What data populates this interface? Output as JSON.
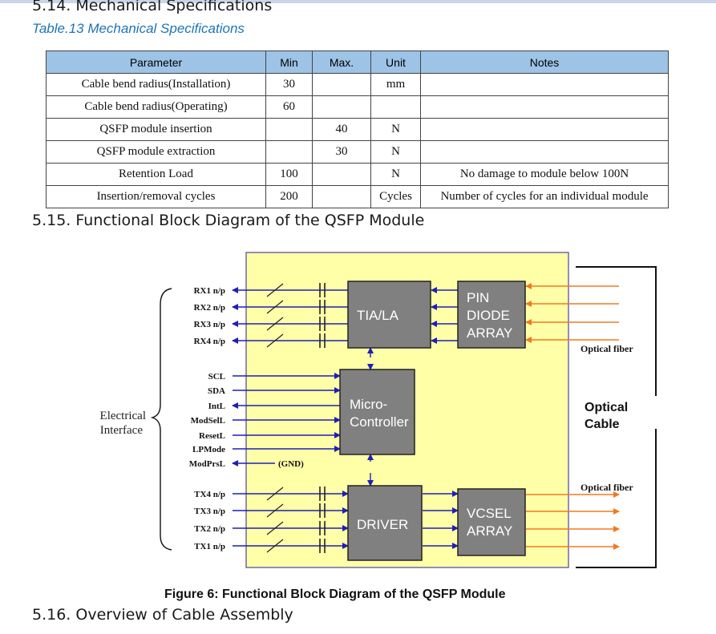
{
  "sections": {
    "s514": "5.14. Mechanical Specifications",
    "table_caption": "Table.13 Mechanical Specifications",
    "s515": "5.15. Functional Block Diagram of the QSFP Module",
    "s516": "5.16. Overview of Cable Assembly"
  },
  "table": {
    "headers": [
      "Parameter",
      "Min",
      "Max.",
      "Unit",
      "Notes"
    ],
    "rows": [
      [
        "Cable bend radius(Installation)",
        "30",
        "",
        "mm",
        ""
      ],
      [
        "Cable bend radius(Operating)",
        "60",
        "",
        "",
        ""
      ],
      [
        "QSFP module insertion",
        "",
        "40",
        "N",
        ""
      ],
      [
        "QSFP module extraction",
        "",
        "30",
        "N",
        ""
      ],
      [
        "Retention Load",
        "100",
        "",
        "N",
        "No damage to module below 100N"
      ],
      [
        "Insertion/removal cycles",
        "200",
        "",
        "Cycles",
        "Number of cycles for an individual module"
      ]
    ]
  },
  "diagram": {
    "electrical_interface": [
      "Electrical",
      "Interface"
    ],
    "rx_signals": [
      "RX1 n/p",
      "RX2 n/p",
      "RX3 n/p",
      "RX4 n/p"
    ],
    "ctrl_signals": [
      "SCL",
      "SDA",
      "IntL",
      "ModSelL",
      "ResetL",
      "LPMode",
      "ModPrsL"
    ],
    "tx_signals": [
      "TX4 n/p",
      "TX3 n/p",
      "TX2 n/p",
      "TX1 n/p"
    ],
    "gnd_label": "(GND)",
    "blocks": {
      "tia": "TIA/LA",
      "pin": [
        "PIN",
        "DIODE",
        "ARRAY"
      ],
      "mcu": [
        "Micro-",
        "Controller"
      ],
      "driver": "DRIVER",
      "vcsel": [
        "VCSEL",
        "ARRAY"
      ]
    },
    "optical_fiber_top": "Optical fiber",
    "optical_fiber_bottom": "Optical fiber",
    "optical_cable": [
      "Optical",
      "Cable"
    ],
    "colors": {
      "module_bg": "#ffffa8",
      "block": "#808080",
      "signal": "#1f1fb4",
      "optical": "#f07a20"
    }
  },
  "figure_caption": "Figure 6: Functional Block Diagram of the QSFP Module"
}
